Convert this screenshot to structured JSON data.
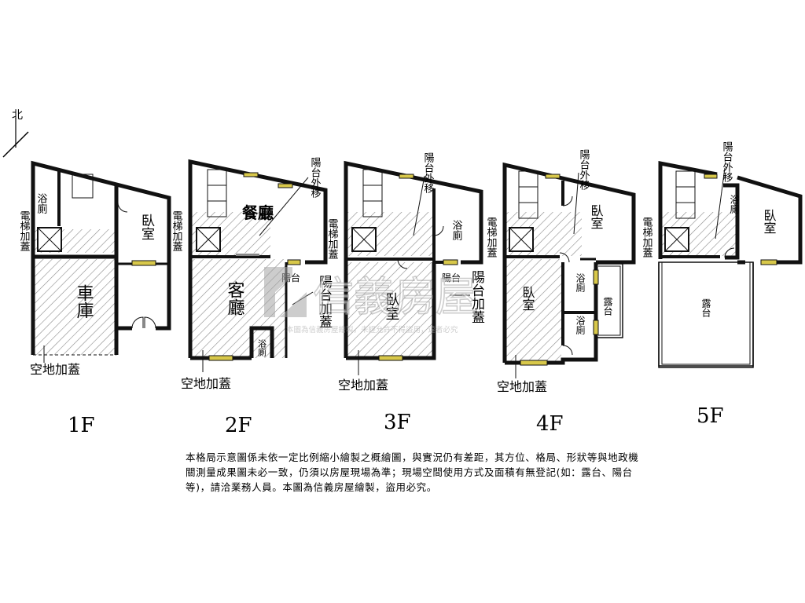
{
  "compass": {
    "north_label": "北"
  },
  "floors": [
    {
      "id": "1F",
      "title": "1F",
      "rooms": {
        "bath": "浴廁",
        "bedroom": "臥室",
        "garage": "車庫"
      },
      "notes": {
        "elevator": "電梯加蓋",
        "open_space": "空地加蓋"
      }
    },
    {
      "id": "2F",
      "title": "2F",
      "rooms": {
        "dining": "餐廳",
        "living": "客廳",
        "balcony": "陽台",
        "bath": "浴廁"
      },
      "notes": {
        "elevator": "電梯加蓋",
        "balcony_moved": "陽台外移",
        "balcony_added": "陽台加蓋",
        "open_space": "空地加蓋"
      }
    },
    {
      "id": "3F",
      "title": "3F",
      "rooms": {
        "bath": "浴廁",
        "balcony": "陽台",
        "bedroom": "臥室"
      },
      "notes": {
        "elevator": "電梯加蓋",
        "balcony_moved": "陽台外移",
        "balcony_added": "陽台加蓋",
        "open_space": "空地加蓋"
      }
    },
    {
      "id": "4F",
      "title": "4F",
      "rooms": {
        "bedroom_main": "臥室",
        "bedroom_lower": "臥室",
        "bath_upper": "浴廁",
        "bath_lower": "浴廁",
        "terrace": "露台"
      },
      "notes": {
        "elevator": "電梯加蓋",
        "balcony_moved": "陽台外移",
        "open_space": "空地加蓋"
      }
    },
    {
      "id": "5F",
      "title": "5F",
      "rooms": {
        "bath": "浴廁",
        "bedroom": "臥室",
        "terrace": "露台"
      },
      "notes": {
        "elevator": "電梯加蓋",
        "balcony_moved": "陽台外移"
      }
    }
  ],
  "watermark": {
    "brand": "信義房屋",
    "subtitle": "本圖為信義房屋繪製，未經允許不得盜用，違者必究"
  },
  "disclaimer": "本格局示意圖係未依一定比例縮小繪製之概繪圖，與實況仍有差距，其方位、格局、形狀等與地政機關測量成果圖未必一致，仍須以房屋現場為準；現場空間使用方式及面積有無登記(如：露台、陽台等)，請洽業務人員。本圖為信義房屋繪製，盜用必究。",
  "colors": {
    "wall": "#111111",
    "window": "#d8c84a",
    "hatch": "#8a8a8a",
    "watermark": "#a6a6a6"
  }
}
